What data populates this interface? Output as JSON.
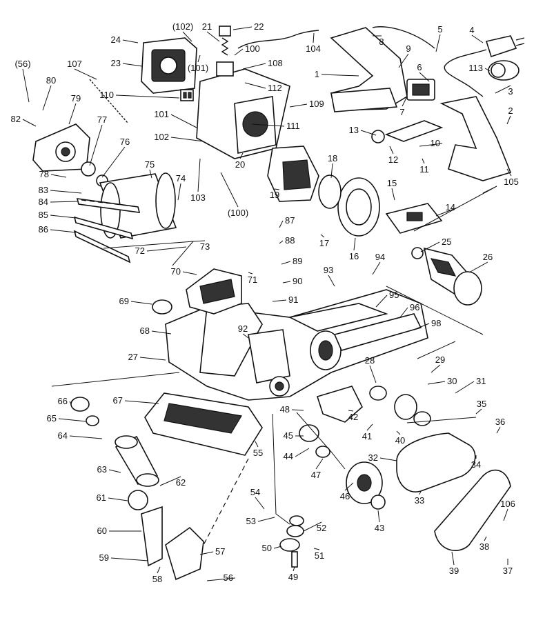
{
  "title": "",
  "labels": [
    "1",
    "2",
    "3",
    "4",
    "5",
    "6",
    "7",
    "8",
    "9",
    "10",
    "11",
    "12",
    "13",
    "14",
    "15",
    "16",
    "17",
    "18",
    "19",
    "20",
    "21",
    "22",
    "23",
    "24",
    "25",
    "26",
    "27",
    "28",
    "29",
    "30",
    "31",
    "32",
    "33",
    "34",
    "35",
    "36",
    "37",
    "38",
    "39",
    "40",
    "41",
    "42",
    "43",
    "44",
    "45",
    "46",
    "47",
    "48",
    "49",
    "50",
    "51",
    "52",
    "53",
    "54",
    "55",
    "56",
    "57",
    "58",
    "59",
    "60",
    "61",
    "62",
    "63",
    "64",
    "65",
    "66",
    "67",
    "68",
    "69",
    "70",
    "71",
    "72",
    "73",
    "74",
    "75",
    "76",
    "77",
    "78",
    "79",
    "80",
    "82",
    "83",
    "84",
    "85",
    "86",
    "87",
    "88",
    "89",
    "90",
    "91",
    "92",
    "93",
    "94",
    "95",
    "96",
    "98",
    "100",
    "(100)",
    "101",
    "(101)",
    "102",
    "(102)",
    "103",
    "104",
    "105",
    "106",
    "107",
    "108",
    "109",
    "110",
    "111",
    "112",
    "113",
    "(56)"
  ]
}
